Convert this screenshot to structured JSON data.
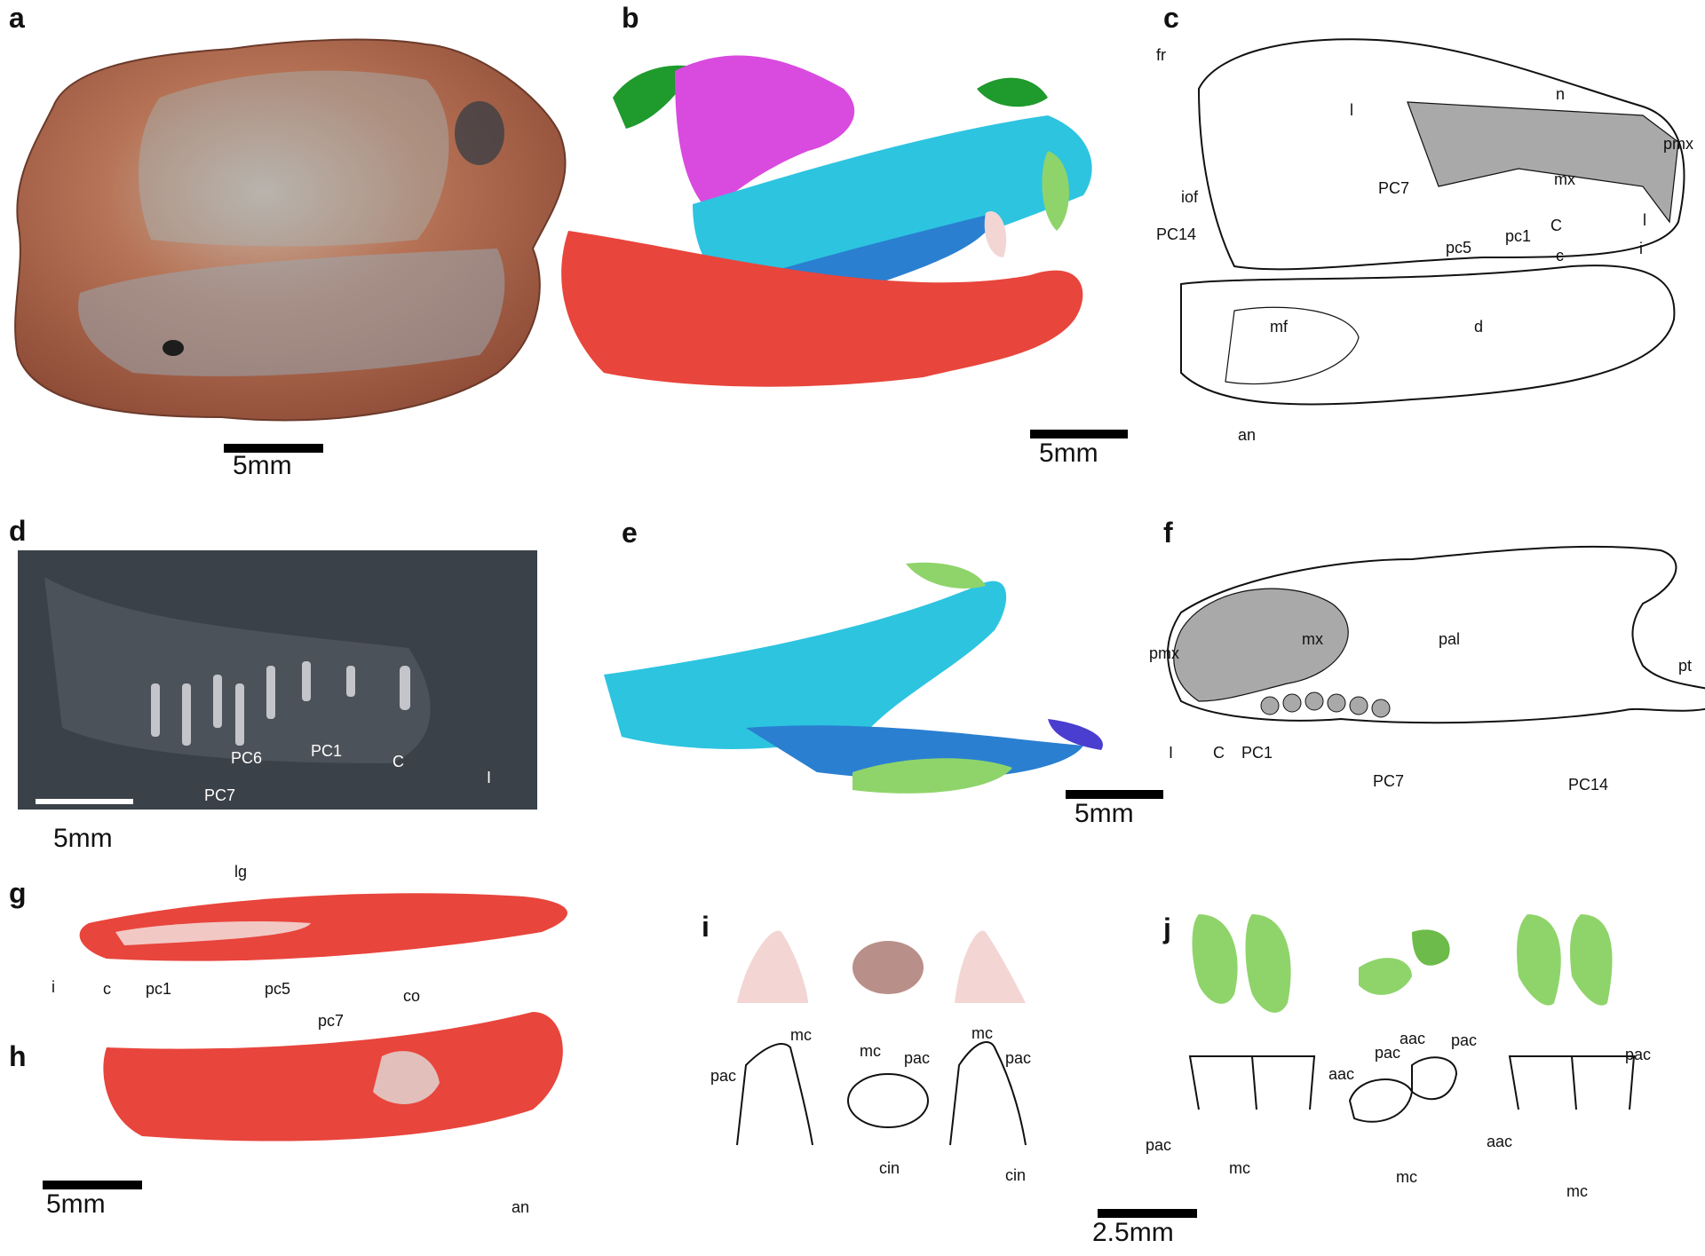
{
  "panel_letters": [
    "a",
    "b",
    "c",
    "d",
    "e",
    "f",
    "g",
    "h",
    "i",
    "j"
  ],
  "scale_bars": {
    "a": "5mm",
    "b": "5mm",
    "d": "5mm",
    "f": "5mm",
    "h": "5mm",
    "j": "2.5mm"
  },
  "panel_c_labels": {
    "fr": "fr",
    "l_upper": "l",
    "n": "n",
    "pmx": "pmx",
    "mx": "mx",
    "iof": "iof",
    "PC7": "PC7",
    "C": "C",
    "l_right": "l",
    "PC14": "PC14",
    "pc5": "pc5",
    "pc1": "pc1",
    "c": "c",
    "i": "i",
    "mf": "mf",
    "d": "d",
    "an": "an"
  },
  "panel_d_labels": {
    "PC6": "PC6",
    "PC7": "PC7",
    "PC1": "PC1",
    "C": "C",
    "I": "I"
  },
  "panel_f_labels": {
    "pmx": "pmx",
    "mx": "mx",
    "pal": "pal",
    "pt": "pt",
    "I": "I",
    "C": "C",
    "PC1": "PC1",
    "PC7": "PC7",
    "PC14": "PC14"
  },
  "panel_gh_labels": {
    "lg": "lg",
    "i": "i",
    "c": "c",
    "pc1": "pc1",
    "pc5": "pc5",
    "pc7": "pc7",
    "co": "co",
    "an": "an"
  },
  "panel_i_labels": {
    "mc1": "mc",
    "pac1": "pac",
    "mc2": "mc",
    "pac2": "pac",
    "cin2": "cin",
    "mc3": "mc",
    "pac3": "pac",
    "cin3": "cin"
  },
  "panel_j_labels": {
    "pac1": "pac",
    "aac1": "aac",
    "mc1": "mc",
    "aac2": "aac",
    "pac2": "pac",
    "pac3": "pac",
    "mc2": "mc",
    "aac3": "aac",
    "pac4": "pac",
    "mc3": "mc"
  },
  "colors": {
    "dentary_red": "#e8453c",
    "maxilla_cyan": "#2dc4e0",
    "blue_dark": "#2a7fd0",
    "magenta": "#d94adf",
    "green_dark": "#1f9a2c",
    "tooth_green": "#8fd46a",
    "tooth_pink": "#f3d6d4",
    "gray_fill": "#a9a9a9",
    "ct_bg": "#3b4148",
    "rock_orange": "#b5694e"
  }
}
